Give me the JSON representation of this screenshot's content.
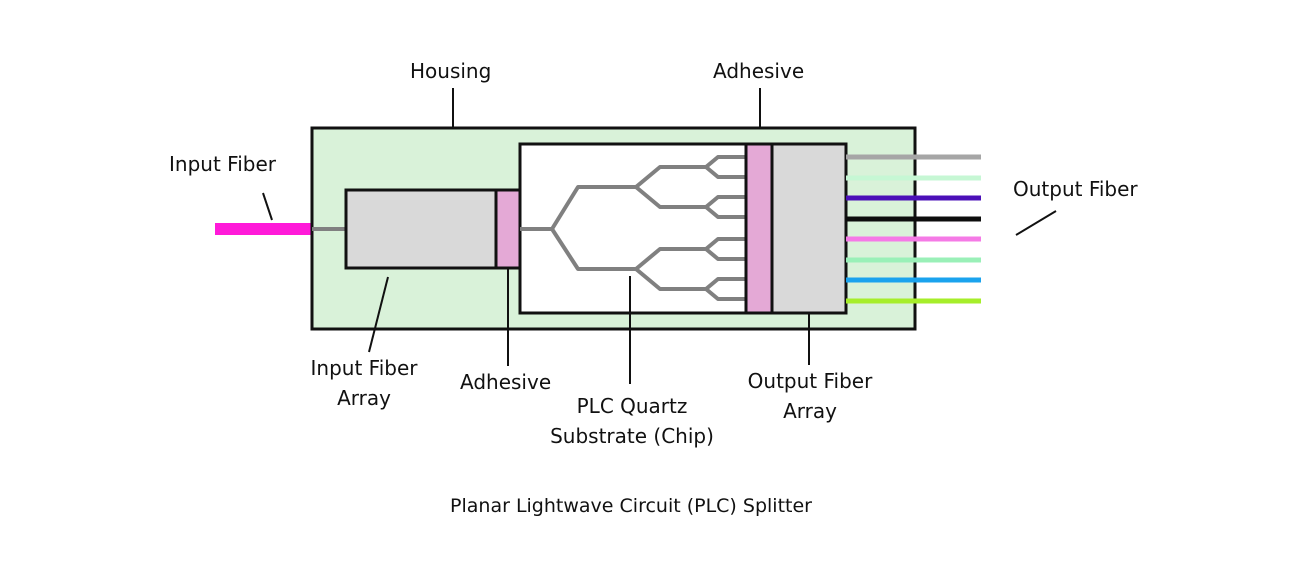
{
  "labels": {
    "housing": "Housing",
    "adhesive_top": "Adhesive",
    "input_fiber": "Input Fiber",
    "output_fiber": "Output Fiber",
    "input_fiber_array": [
      "Input Fiber",
      "Array"
    ],
    "adhesive_bottom": "Adhesive",
    "plc_chip": [
      "PLC Quartz",
      "Substrate (Chip)"
    ],
    "output_fiber_array": [
      "Output Fiber",
      "Array"
    ]
  },
  "caption": "Planar Lightwave Circuit (PLC) Splitter",
  "colors": {
    "housing_fill": "#d9f2d9",
    "block_fill": "#d9d9d9",
    "adhesive_fill": "#e4a9d6",
    "chip_fill": "#ffffff",
    "outline": "#111111",
    "waveguide": "#808080",
    "input_fiber": "#ff1ad9"
  },
  "output_fibers": [
    {
      "name": "gray",
      "color": "#a6a6a6"
    },
    {
      "name": "pale-green",
      "color": "#c6f7d4"
    },
    {
      "name": "indigo",
      "color": "#4b10b8"
    },
    {
      "name": "black",
      "color": "#0d0d0d"
    },
    {
      "name": "pink",
      "color": "#f57ae6"
    },
    {
      "name": "mint",
      "color": "#9af0b8"
    },
    {
      "name": "sky-blue",
      "color": "#1aa3ee"
    },
    {
      "name": "lime",
      "color": "#a6ee2a"
    }
  ]
}
